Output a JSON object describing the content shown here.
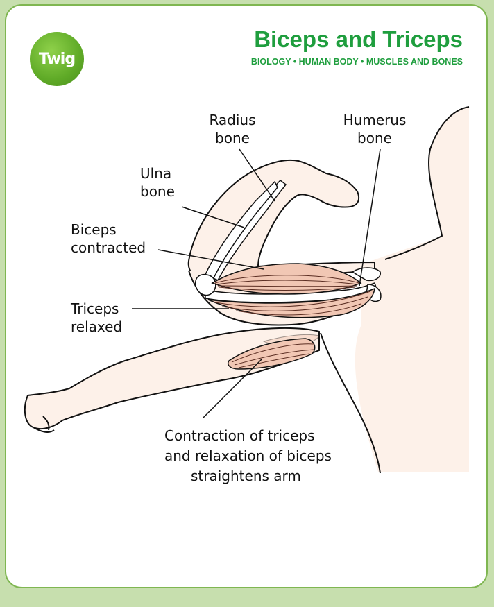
{
  "header": {
    "logo_text": "Twig",
    "title": "Biceps and Triceps",
    "subtitle": "BIOLOGY • HUMAN BODY • MUSCLES AND BONES"
  },
  "labels": {
    "radius": [
      "Radius",
      "bone"
    ],
    "humerus": [
      "Humerus",
      "bone"
    ],
    "ulna": [
      "Ulna",
      "bone"
    ],
    "biceps": [
      "Biceps",
      "contracted"
    ],
    "triceps": [
      "Triceps",
      "relaxed"
    ],
    "caption": [
      "Contraction of triceps",
      "and relaxation of biceps",
      "straightens arm"
    ]
  },
  "colors": {
    "background": "#c7dfae",
    "border": "#7fb651",
    "title_green": "#1f9e3e",
    "skin": "#fdf1e9",
    "muscle": "#f1c7b4"
  }
}
